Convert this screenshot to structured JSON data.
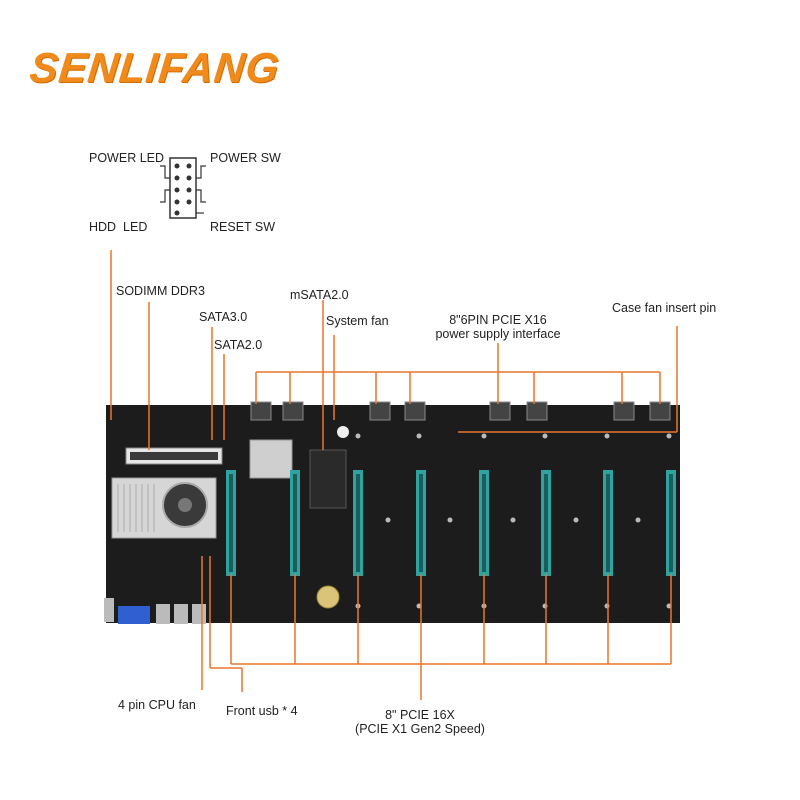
{
  "brand": {
    "name": "SENLIFANG",
    "color": "#f08a1a"
  },
  "colors": {
    "leader": "#e8762c",
    "board": "#1c1c1c",
    "slot": "#2fa3a0",
    "heatsink": "#d6d6d6"
  },
  "header_pins": {
    "power_led": "POWER LED",
    "power_sw": "POWER SW",
    "hdd_led": "HDD  LED",
    "reset_sw": "RESET SW"
  },
  "labels": {
    "sodimm": "SODIMM DDR3",
    "msata": "mSATA2.0",
    "system_fan": "System fan",
    "sata3": "SATA3.0",
    "sata2": "SATA2.0",
    "pcie_power_line1": "8\"6PIN PCIE X16",
    "pcie_power_line2": "power supply interface",
    "case_fan": "Case fan insert pin",
    "cpu_fan": "4 pin CPU fan",
    "front_usb": "Front usb * 4",
    "pcie_slots_line1": "8\" PCIE 16X",
    "pcie_slots_line2": "(PCIE X1 Gen2 Speed)"
  }
}
